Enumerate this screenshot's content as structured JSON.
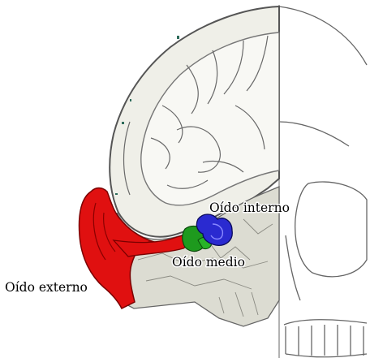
{
  "labels": {
    "inner_ear": "Oído interno",
    "middle_ear": "Oído medio",
    "outer_ear": "Oído externo"
  },
  "colors": {
    "outer_ear": "#e01010",
    "middle_ear": "#1e9a1e",
    "inner_ear": "#2a2ad0",
    "line_art": "#555555",
    "tissue": "#dcdcd2"
  }
}
